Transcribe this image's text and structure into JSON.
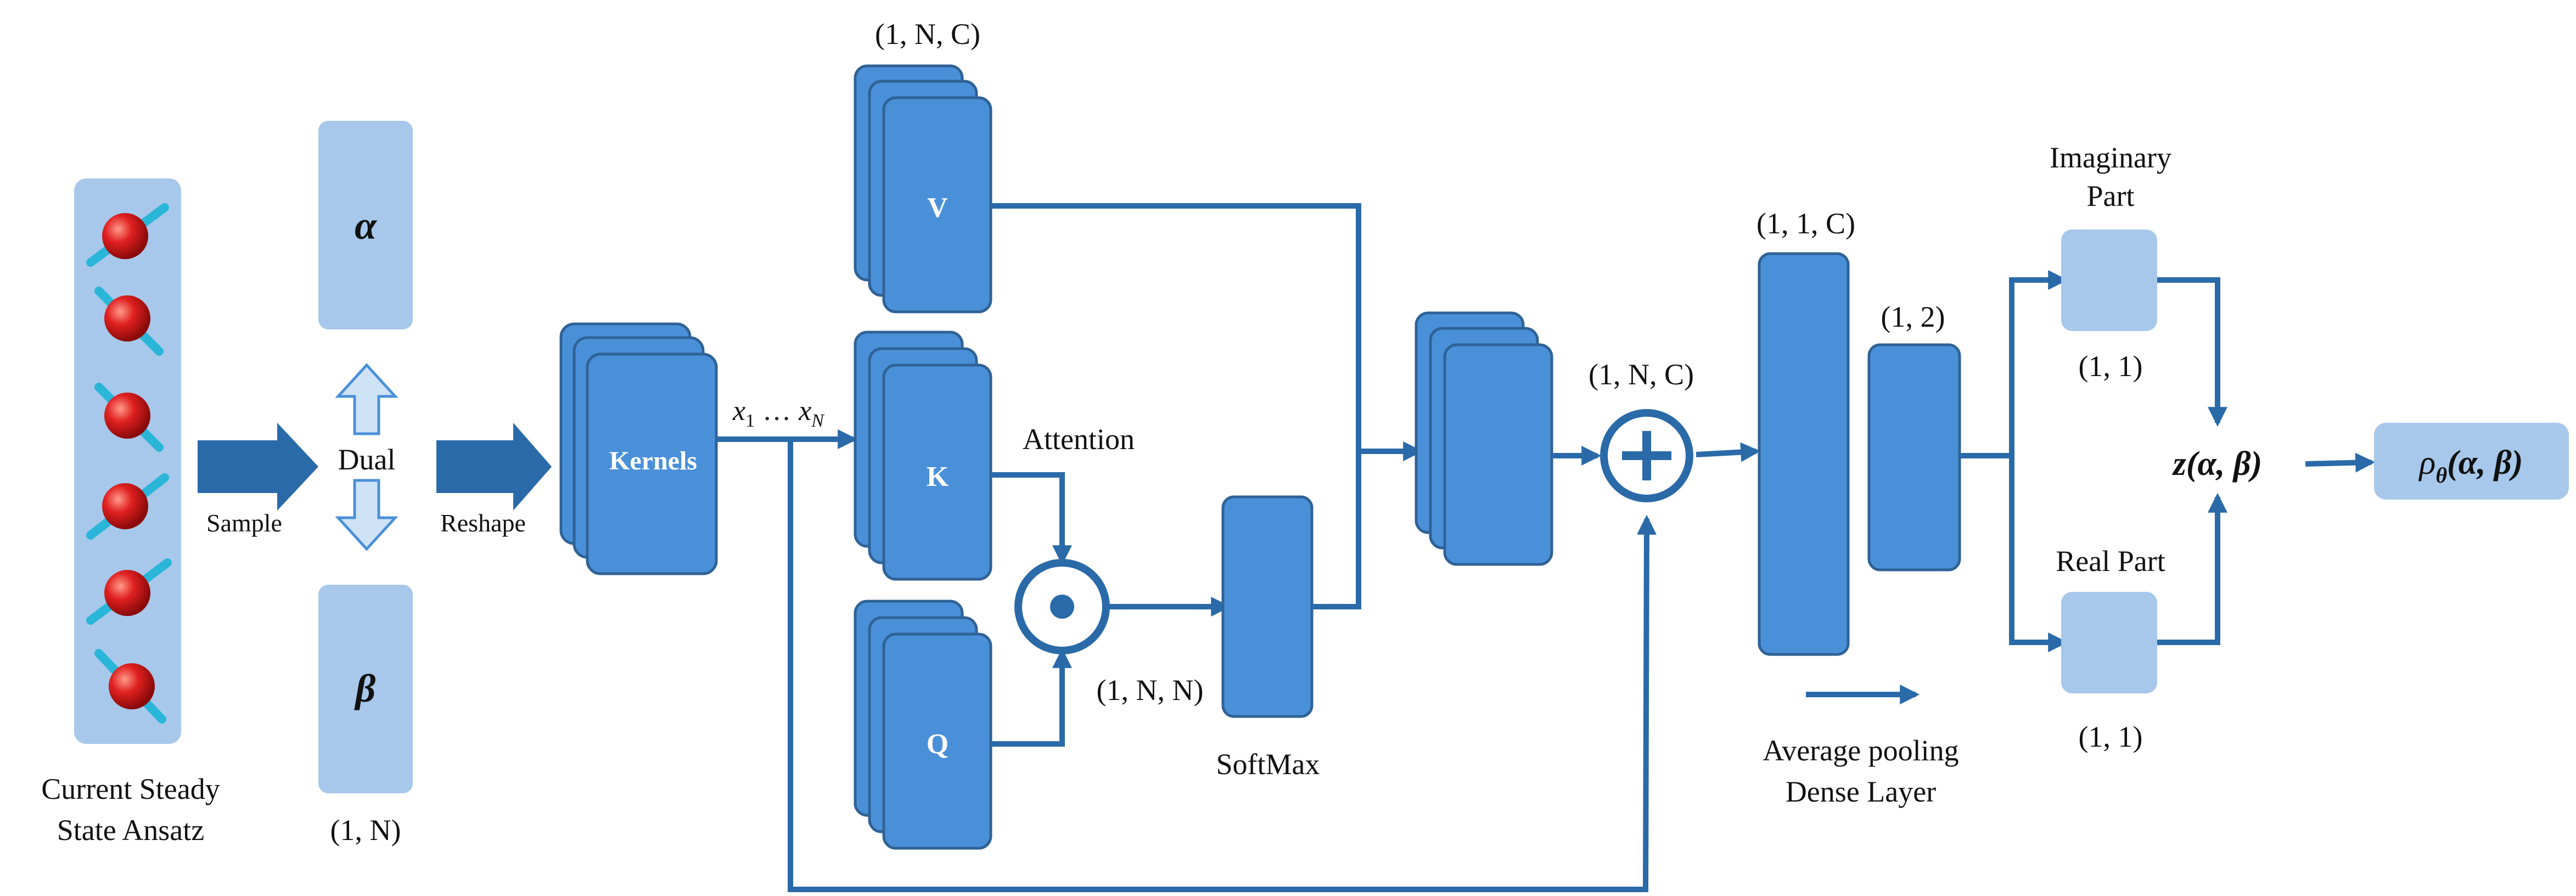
{
  "labels": {
    "ansatz_line1": "Current Steady",
    "ansatz_line2": "State Ansatz",
    "sample": "Sample",
    "dual": "Dual",
    "alpha": "α",
    "beta": "β",
    "shape_1N": "(1, N)",
    "reshape": "Reshape",
    "kernels": "Kernels",
    "x_seq": "x",
    "x_sub1": "1",
    "x_dots": "…",
    "x_subN": "N",
    "shape_1NC_top": "(1, N, C)",
    "v": "V",
    "k": "K",
    "q": "Q",
    "attention": "Attention",
    "shape_1NN": "(1, N, N)",
    "softmax": "SoftMax",
    "shape_1NC_mid": "(1, N, C)",
    "shape_11C": "(1, 1, C)",
    "shape_12": "(1, 2)",
    "avg_line1": "Average pooling",
    "avg_line2": "Dense Layer",
    "imag_line1": "Imaginary",
    "imag_line2": "Part",
    "real_part": "Real Part",
    "shape_11_top": "(1, 1)",
    "shape_11_bot": "(1, 1)",
    "z_label": "z(α, β)",
    "rho": "ρ",
    "rho_sub": "θ",
    "rho_args": "(α, β)"
  },
  "colors": {
    "dark_blue": "#4a90d9",
    "block_stroke": "#2f6296",
    "light_blue": "#a7c8ea",
    "arrow": "#2a6aa8",
    "spin_red": "#d8181c",
    "spin_cyan": "#29b6d8"
  }
}
